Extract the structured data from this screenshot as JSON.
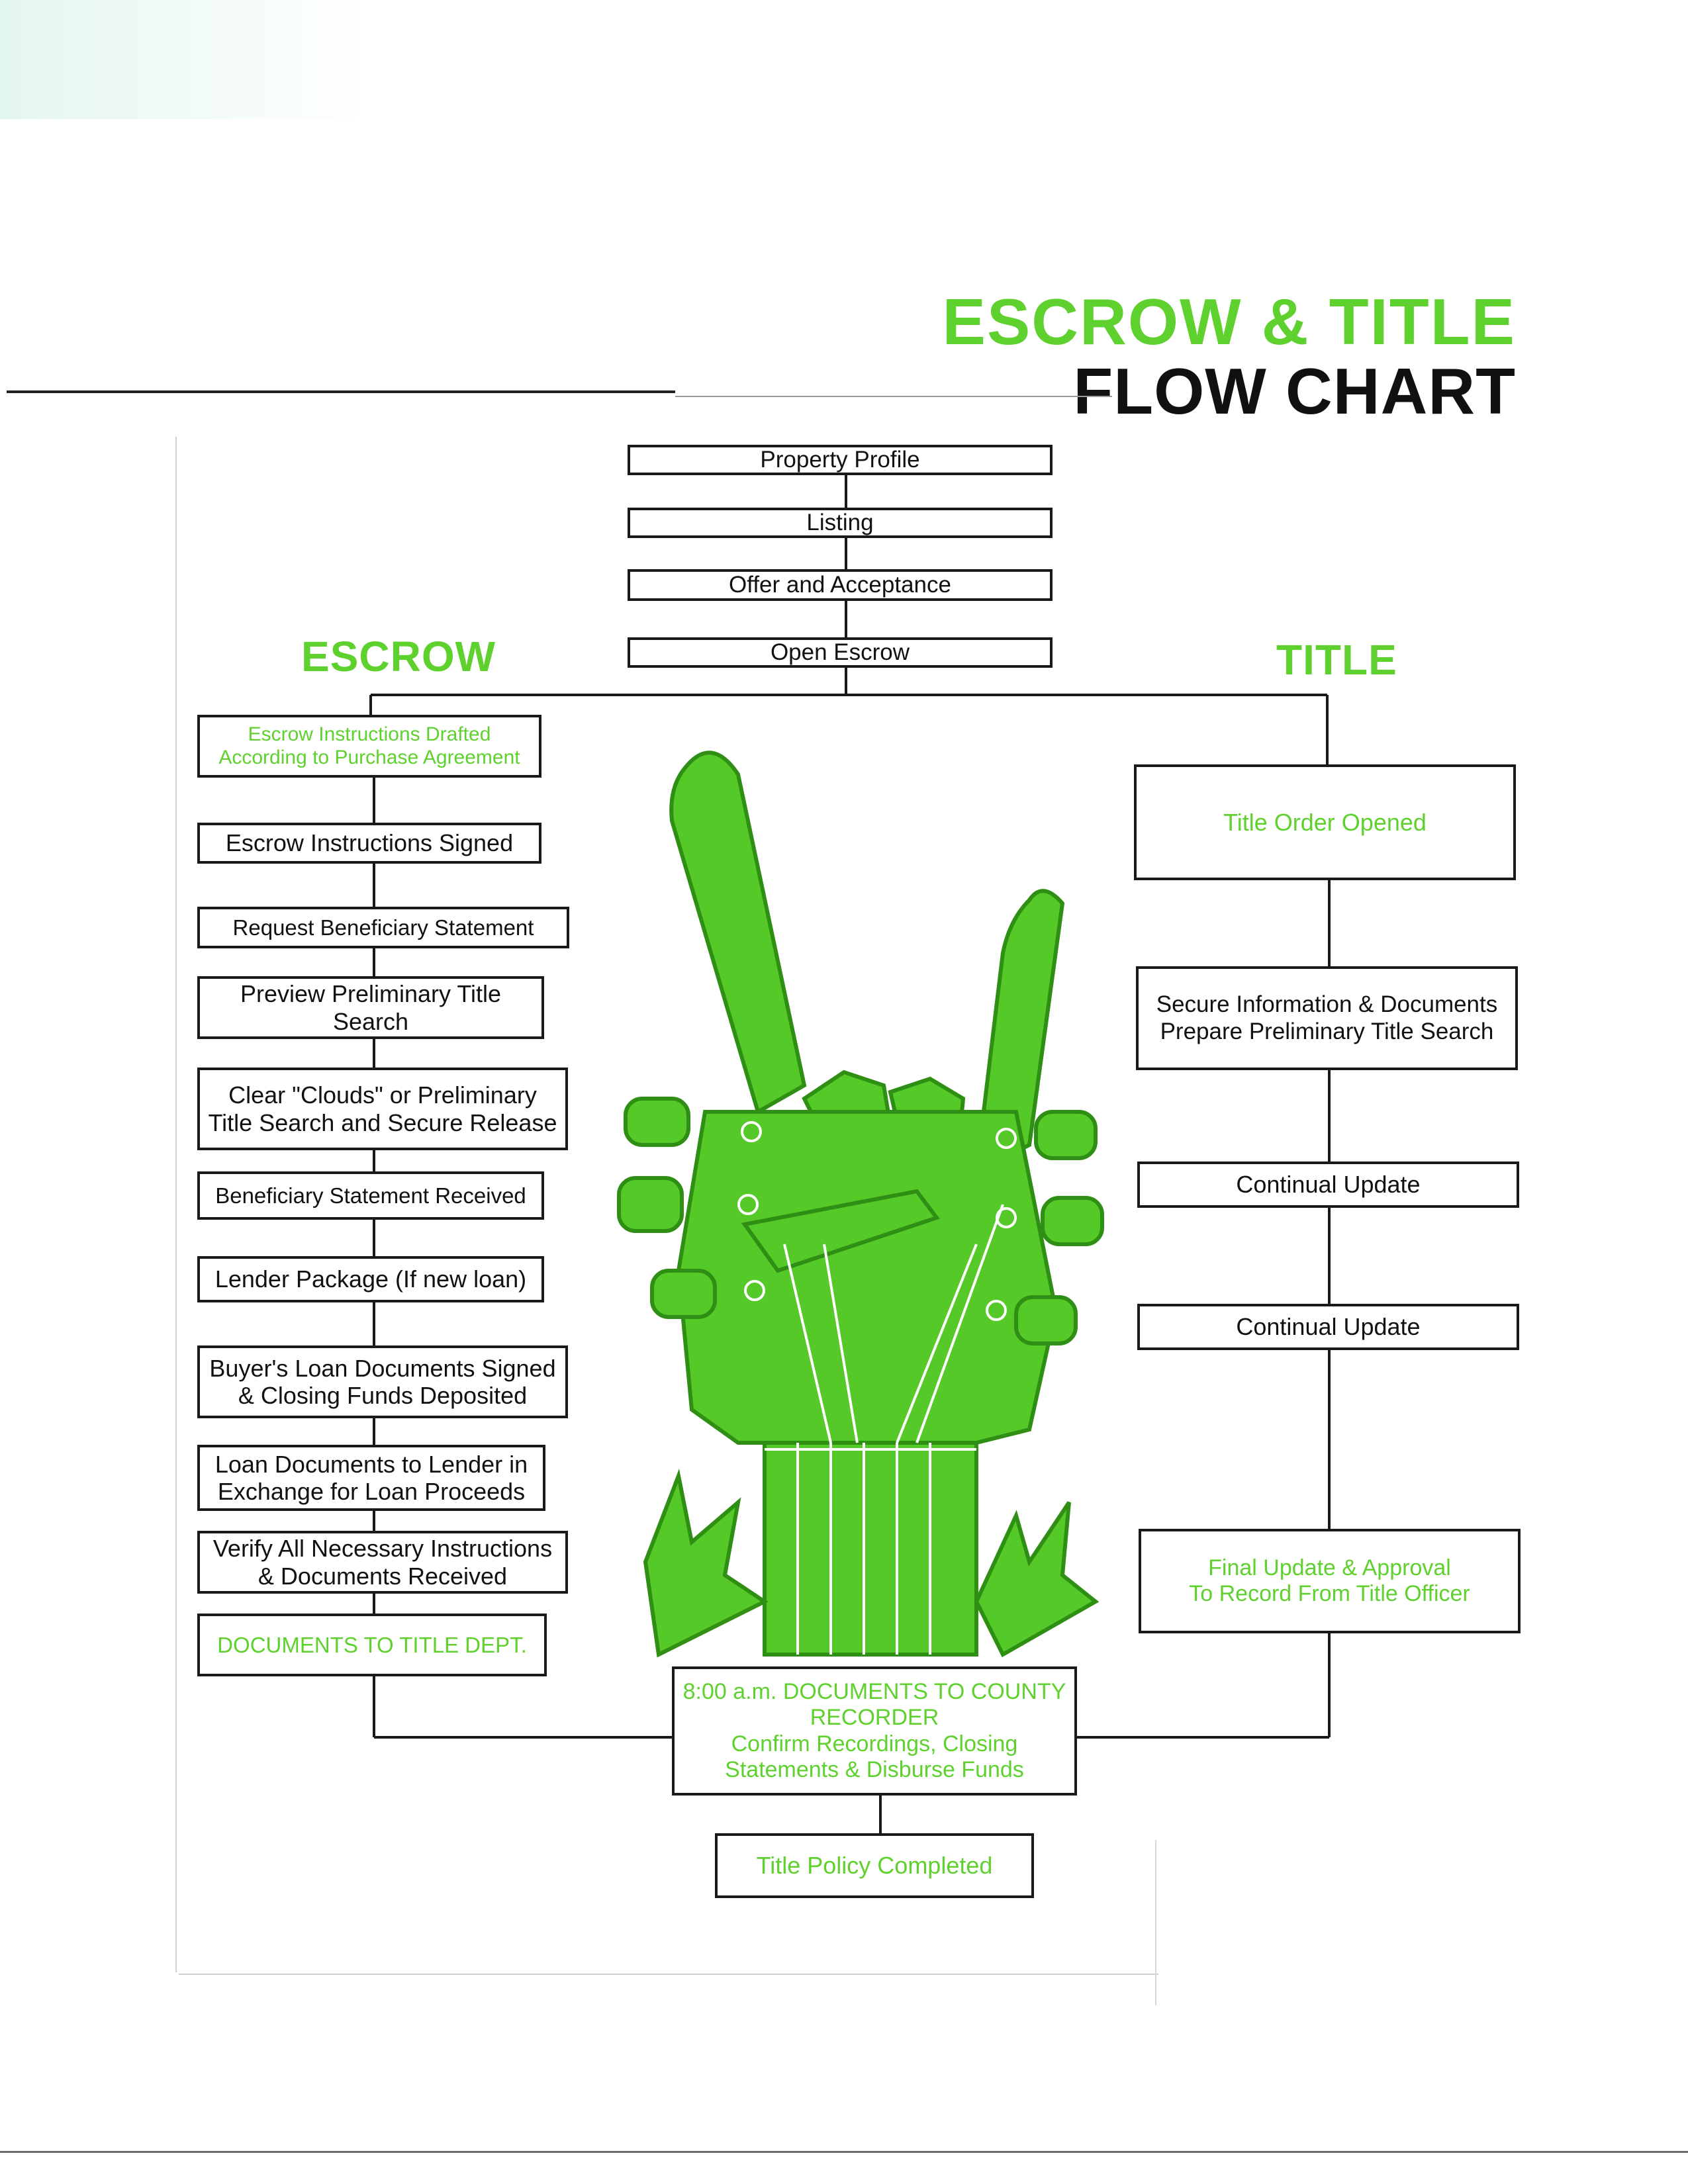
{
  "header": {
    "title_line1": "ESCROW & TITLE",
    "title_line2": "FLOW CHART"
  },
  "columns": {
    "escrow_label": "ESCROW",
    "title_label": "TITLE"
  },
  "center_steps": [
    {
      "label": "Property Profile"
    },
    {
      "label": "Listing"
    },
    {
      "label": "Offer and Acceptance"
    },
    {
      "label": "Open Escrow"
    }
  ],
  "escrow_steps": [
    {
      "label": "Escrow Instructions Drafted\nAccording to Purchase Agreement",
      "highlight": true
    },
    {
      "label": "Escrow Instructions Signed",
      "highlight": false
    },
    {
      "label": "Request Beneficiary Statement",
      "highlight": false
    },
    {
      "label": "Preview Preliminary Title\nSearch",
      "highlight": false
    },
    {
      "label": "Clear \"Clouds\" or Preliminary\nTitle Search and Secure Release",
      "highlight": false
    },
    {
      "label": "Beneficiary Statement Received",
      "highlight": false
    },
    {
      "label": "Lender Package (If new loan)",
      "highlight": false
    },
    {
      "label": "Buyer's Loan Documents Signed\n& Closing Funds Deposited",
      "highlight": false
    },
    {
      "label": "Loan Documents to Lender in\nExchange for Loan Proceeds",
      "highlight": false
    },
    {
      "label": "Verify All Necessary Instructions\n& Documents Received",
      "highlight": false
    },
    {
      "label": "DOCUMENTS TO TITLE DEPT.",
      "highlight": true
    }
  ],
  "title_steps": [
    {
      "label": "Title Order Opened",
      "highlight": true
    },
    {
      "label": "Secure Information & Documents\nPrepare Preliminary Title Search",
      "highlight": false
    },
    {
      "label": "Continual Update",
      "highlight": false
    },
    {
      "label": "Continual Update",
      "highlight": false
    },
    {
      "label": "Final Update & Approval\nTo Record From Title Officer",
      "highlight": true
    }
  ],
  "final_steps": [
    {
      "label": "8:00 a.m. DOCUMENTS TO COUNTY\nRECORDER\nConfirm Recordings, Closing\nStatements & Disburse Funds",
      "highlight": true
    },
    {
      "label": "Title Policy Completed",
      "highlight": true
    }
  ],
  "colors": {
    "accent_green": "#5fd12e",
    "box_border": "#1a1a1a",
    "illustration_fill": "#55c927"
  },
  "illustration": "guitar-headstock-rock-hand"
}
